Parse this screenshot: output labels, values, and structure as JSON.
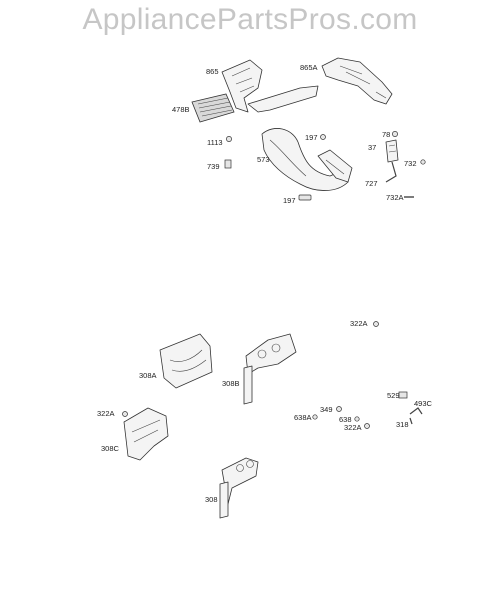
{
  "header": {
    "watermark": "AppliancePartsPros.com"
  },
  "labels": {
    "l865": "865",
    "l865A": "865A",
    "l478B": "478B",
    "l1113": "1113",
    "l739": "739",
    "l573": "573",
    "l197a": "197",
    "l197b": "197",
    "l78": "78",
    "l37": "37",
    "l732": "732",
    "l727": "727",
    "l732A": "732A",
    "l322A_top": "322A",
    "l308A": "308A",
    "l308B": "308B",
    "l322A_left": "322A",
    "l308C": "308C",
    "l308": "308",
    "l349": "349",
    "l638A": "638A",
    "l638": "638",
    "l322A_mid": "322A",
    "l529": "529",
    "l493C": "493C",
    "l318": "318"
  }
}
